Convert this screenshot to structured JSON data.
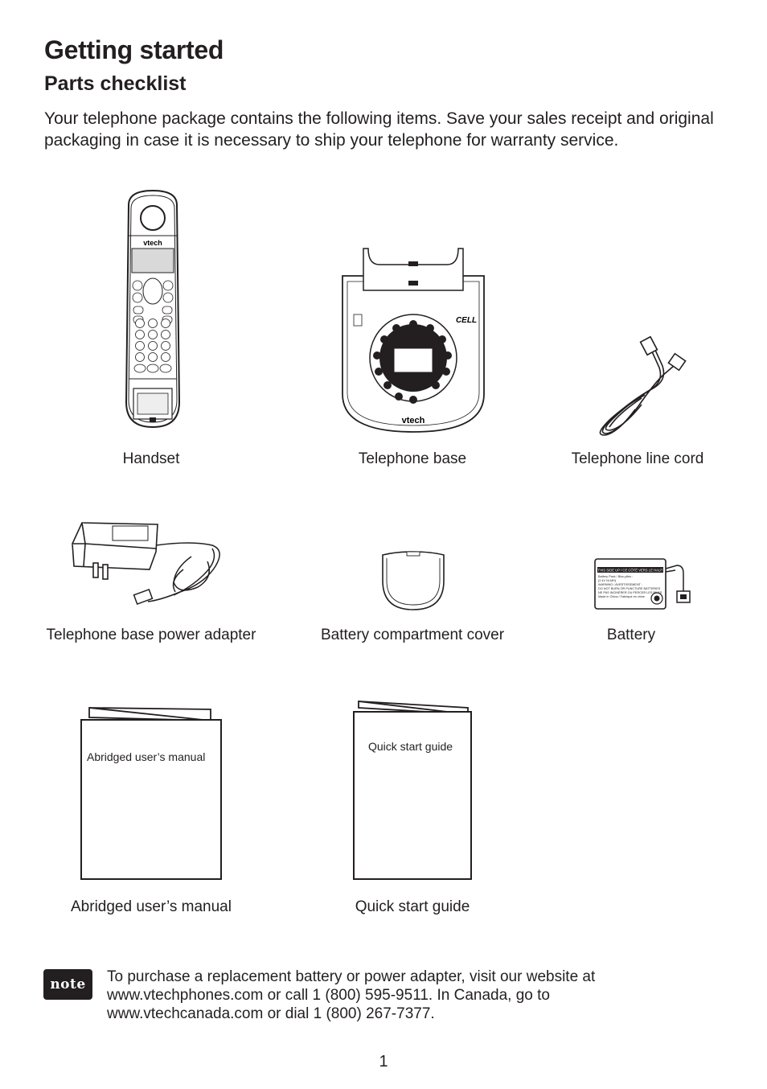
{
  "header": {
    "title": "Getting started",
    "subtitle": "Parts checklist",
    "intro": "Your telephone package contains the following items. Save your sales receipt and original packaging in case it is necessary to ship your telephone for warranty service."
  },
  "items": [
    {
      "caption": "Handset",
      "icon": "handset-icon"
    },
    {
      "caption": "Telephone base",
      "icon": "telephone-base-icon"
    },
    {
      "caption": "Telephone line cord",
      "icon": "line-cord-icon"
    },
    {
      "caption": "Telephone base power adapter",
      "icon": "power-adapter-icon"
    },
    {
      "caption": "Battery compartment cover",
      "icon": "battery-cover-icon"
    },
    {
      "caption": "Battery",
      "icon": "battery-icon"
    },
    {
      "caption": "Abridged user’s manual",
      "icon": "manual-icon",
      "label": "Abridged user’s manual"
    },
    {
      "caption": "Quick start guide",
      "icon": "quick-guide-icon",
      "label": "Quick start guide"
    }
  ],
  "art_text": {
    "handset_brand": "vtech",
    "base_brand": "vtech",
    "base_cell": "CELL",
    "battery_header": "THIS SIDE UP / CE CÔTÉ VERS LE HAUT",
    "battery_lines": [
      "Battery Pack / Bloc-piles :",
      "(2.4V Ni-MH)",
      "WARNING / AVERTISSEMENT :",
      "DO NOT BURN OR PUNCTURE BATTERIES",
      "NE PAS INCINÉRER OU PERCER LES PILES",
      "Made in China / Fabriqué en chine"
    ]
  },
  "note": {
    "badge": "note",
    "text": "To purchase a replacement battery or power adapter, visit our website at www.vtechphones.com or call 1 (800) 595-9511. In Canada, go to www.vtechcanada.com or dial 1 (800) 267-7377."
  },
  "page_number": "1"
}
